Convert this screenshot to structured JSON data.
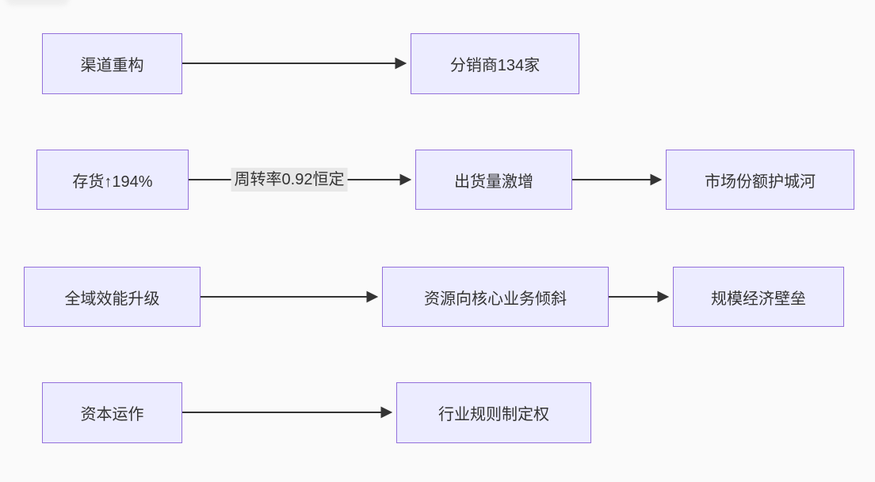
{
  "diagram": {
    "type": "flowchart-LR",
    "nodes": {
      "channel_restructuring": "渠道重构",
      "distributors_134": "分销商134家",
      "inventory_up_194pct": "存货↑194%",
      "shipment_surge": "出货量激增",
      "market_share_moat": "市场份额护城河",
      "omni_efficiency_upgrade": "全域效能升级",
      "resources_tilt_to_core": "资源向核心业务倾斜",
      "economies_of_scale_barrier": "规模经济壁垒",
      "capital_operations": "资本运作",
      "industry_rule_making_power": "行业规则制定权"
    },
    "edges": [
      {
        "from": "channel_restructuring",
        "to": "distributors_134",
        "label": ""
      },
      {
        "from": "inventory_up_194pct",
        "to": "shipment_surge",
        "label": "周转率0.92恒定"
      },
      {
        "from": "shipment_surge",
        "to": "market_share_moat",
        "label": ""
      },
      {
        "from": "omni_efficiency_upgrade",
        "to": "resources_tilt_to_core",
        "label": ""
      },
      {
        "from": "resources_tilt_to_core",
        "to": "economies_of_scale_barrier",
        "label": ""
      },
      {
        "from": "capital_operations",
        "to": "industry_rule_making_power",
        "label": ""
      }
    ],
    "colors": {
      "canvas_bg": "#fafafa",
      "node_fill": "#ECECFF",
      "node_border": "#9370DB",
      "arrow": "#333333",
      "edge_label_bg": "#e8e8e8",
      "text": "#333333"
    }
  }
}
